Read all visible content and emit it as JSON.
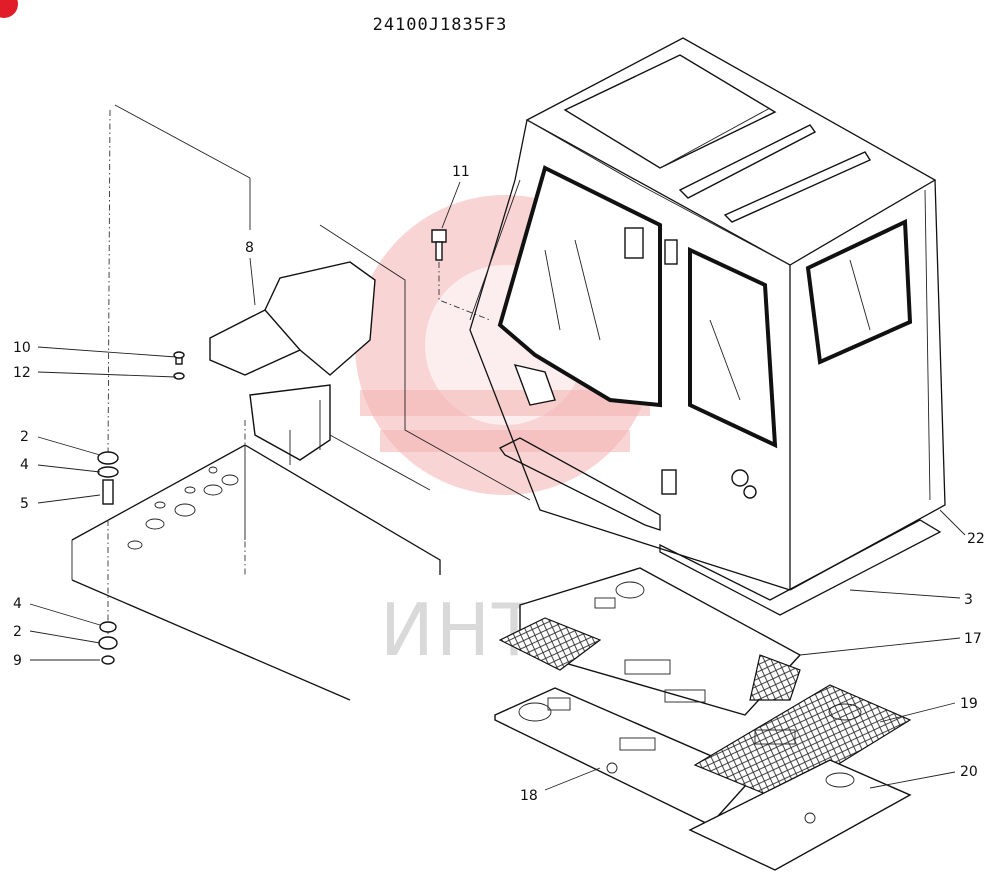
{
  "drawing_number": "24100J1835F3",
  "watermark_text": "ИНТЕХ",
  "watermark_color": "#f3b3b0",
  "badge_color": "#e11d2a",
  "part_labels": {
    "p2a": "2",
    "p2b": "2",
    "p3": "3",
    "p4a": "4",
    "p4b": "4",
    "p5": "5",
    "p8": "8",
    "p9": "9",
    "p10": "10",
    "p11": "11",
    "p12": "12",
    "p17": "17",
    "p18": "18",
    "p19": "19",
    "p20": "20",
    "p22": "22"
  }
}
